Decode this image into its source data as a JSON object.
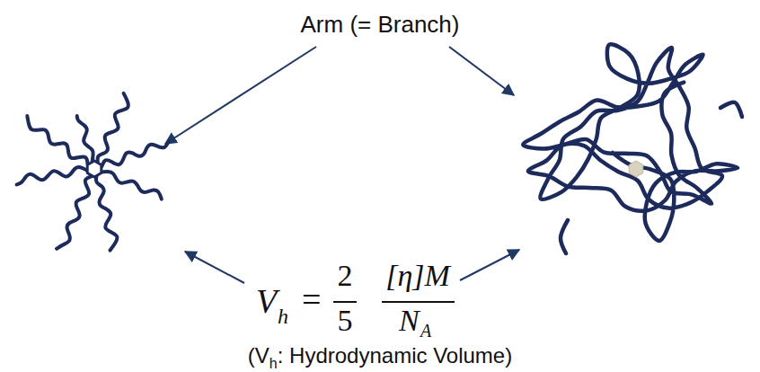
{
  "diagram": {
    "labels": [
      "Arm (= Branch)",
      "V",
      "h",
      "=",
      "2",
      "5",
      "[η]M",
      "N",
      "A",
      "(V",
      "h",
      ": Hydrodynamic Volume)"
    ]
  }
}
